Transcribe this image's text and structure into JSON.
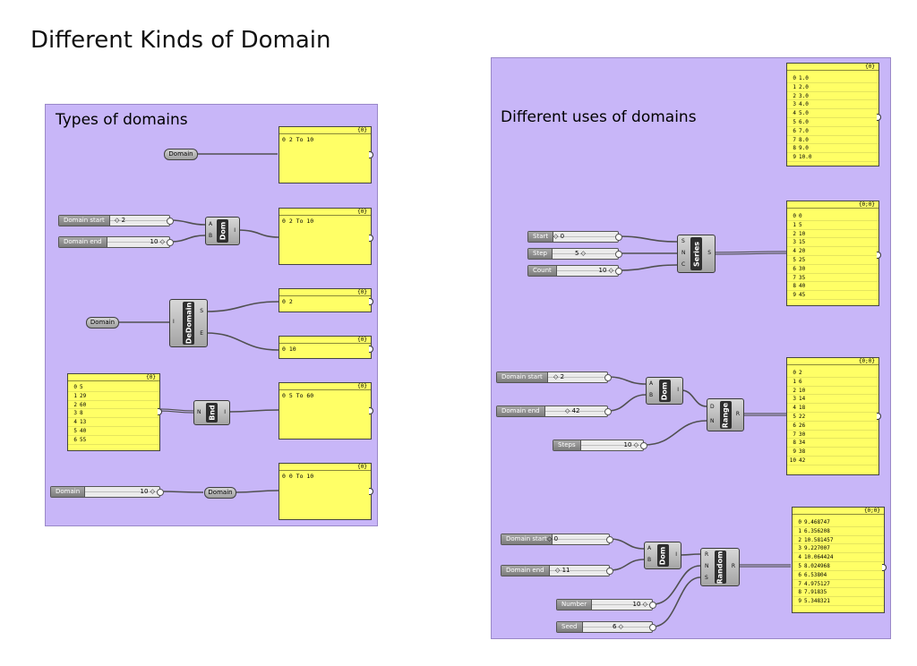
{
  "page": {
    "title": "Different Kinds of Domain"
  },
  "left_group": {
    "title": "Types of domains",
    "domain_param_1": "Domain",
    "panel_1": {
      "header": "{0}",
      "text": "0 2 To 10"
    },
    "slider_start": {
      "label": "Domain start",
      "value": "◇ 2"
    },
    "slider_end": {
      "label": "Domain end",
      "value": "10 ◇"
    },
    "dom_1": {
      "name": "Dom",
      "inputs": [
        "A",
        "B"
      ],
      "output": "I"
    },
    "panel_2": {
      "header": "{0}",
      "text": "0 2 To 10"
    },
    "domain_param_2": "Domain",
    "dedomain": {
      "name": "DeDomain",
      "input": "I",
      "outputs": [
        "S",
        "E"
      ]
    },
    "panel_3": {
      "header": "{0}",
      "text": "0 2"
    },
    "panel_4": {
      "header": "{0}",
      "text": "0 10"
    },
    "list_panel": {
      "header": "{0}",
      "rows": [
        {
          "i": "0",
          "v": "5"
        },
        {
          "i": "1",
          "v": "29"
        },
        {
          "i": "2",
          "v": "60"
        },
        {
          "i": "3",
          "v": "8"
        },
        {
          "i": "4",
          "v": "13"
        },
        {
          "i": "5",
          "v": "40"
        },
        {
          "i": "6",
          "v": "55"
        }
      ]
    },
    "bnd": {
      "name": "Bnd",
      "input": "N",
      "output": "I"
    },
    "panel_5": {
      "header": "{0}",
      "text": "0 5 To 60"
    },
    "slider_domain": {
      "label": "Domain",
      "value": "10 ◇"
    },
    "domain_param_3": "Domain",
    "panel_6": {
      "header": "{0}",
      "text": "0 0 To 10"
    }
  },
  "right_group": {
    "title": "Different uses of domains",
    "top_panel": {
      "header": "{0}",
      "rows": [
        {
          "i": "0",
          "v": "1.0"
        },
        {
          "i": "1",
          "v": "2.0"
        },
        {
          "i": "2",
          "v": "3.0"
        },
        {
          "i": "3",
          "v": "4.0"
        },
        {
          "i": "4",
          "v": "5.0"
        },
        {
          "i": "5",
          "v": "6.0"
        },
        {
          "i": "6",
          "v": "7.0"
        },
        {
          "i": "7",
          "v": "8.0"
        },
        {
          "i": "8",
          "v": "9.0"
        },
        {
          "i": "9",
          "v": "10.0"
        }
      ]
    },
    "slider_series_start": {
      "label": "Start",
      "value": "◇ 0"
    },
    "slider_series_step": {
      "label": "Step",
      "value": "5 ◇"
    },
    "slider_series_count": {
      "label": "Count",
      "value": "10 ◇"
    },
    "series": {
      "name": "Series",
      "inputs": [
        "S",
        "N",
        "C"
      ],
      "output": "S"
    },
    "series_panel": {
      "header": "{0;0}",
      "rows": [
        {
          "i": "0",
          "v": "0"
        },
        {
          "i": "1",
          "v": "5"
        },
        {
          "i": "2",
          "v": "10"
        },
        {
          "i": "3",
          "v": "15"
        },
        {
          "i": "4",
          "v": "20"
        },
        {
          "i": "5",
          "v": "25"
        },
        {
          "i": "6",
          "v": "30"
        },
        {
          "i": "7",
          "v": "35"
        },
        {
          "i": "8",
          "v": "40"
        },
        {
          "i": "9",
          "v": "45"
        }
      ]
    },
    "slider_range_start": {
      "label": "Domain start",
      "value": "◇ 2"
    },
    "slider_range_end": {
      "label": "Domain end",
      "value": "◇ 42"
    },
    "slider_steps": {
      "label": "Steps",
      "value": "10 ◇"
    },
    "dom_2": {
      "name": "Dom",
      "inputs": [
        "A",
        "B"
      ],
      "output": "I"
    },
    "range": {
      "name": "Range",
      "inputs": [
        "D",
        "N"
      ],
      "output": "R"
    },
    "range_panel": {
      "header": "{0;0}",
      "rows": [
        {
          "i": "0",
          "v": "2"
        },
        {
          "i": "1",
          "v": "6"
        },
        {
          "i": "2",
          "v": "10"
        },
        {
          "i": "3",
          "v": "14"
        },
        {
          "i": "4",
          "v": "18"
        },
        {
          "i": "5",
          "v": "22"
        },
        {
          "i": "6",
          "v": "26"
        },
        {
          "i": "7",
          "v": "30"
        },
        {
          "i": "8",
          "v": "34"
        },
        {
          "i": "9",
          "v": "38"
        },
        {
          "i": "10",
          "v": "42"
        }
      ]
    },
    "slider_random_start": {
      "label": "Domain start",
      "value": "◇ 0"
    },
    "slider_random_end": {
      "label": "Domain end",
      "value": "◇ 11"
    },
    "slider_number": {
      "label": "Number",
      "value": "10 ◇"
    },
    "slider_seed": {
      "label": "Seed",
      "value": "6 ◇"
    },
    "dom_3": {
      "name": "Dom",
      "inputs": [
        "A",
        "B"
      ],
      "output": "I"
    },
    "random": {
      "name": "Random",
      "inputs": [
        "R",
        "N",
        "S"
      ],
      "output": "R"
    },
    "random_panel": {
      "header": "{0;0}",
      "rows": [
        {
          "i": "0",
          "v": "9.468747"
        },
        {
          "i": "1",
          "v": "6.356208"
        },
        {
          "i": "2",
          "v": "10.581457"
        },
        {
          "i": "3",
          "v": "9.227007"
        },
        {
          "i": "4",
          "v": "10.064424"
        },
        {
          "i": "5",
          "v": "8.024968"
        },
        {
          "i": "6",
          "v": "6.53804"
        },
        {
          "i": "7",
          "v": "4.975127"
        },
        {
          "i": "8",
          "v": "7.91835"
        },
        {
          "i": "9",
          "v": "5.348321"
        }
      ]
    }
  },
  "colors": {
    "group_fill": "#c8b6f8",
    "panel_fill": "#ffff66",
    "wire": "#505050",
    "component": "#2e2e2e"
  }
}
